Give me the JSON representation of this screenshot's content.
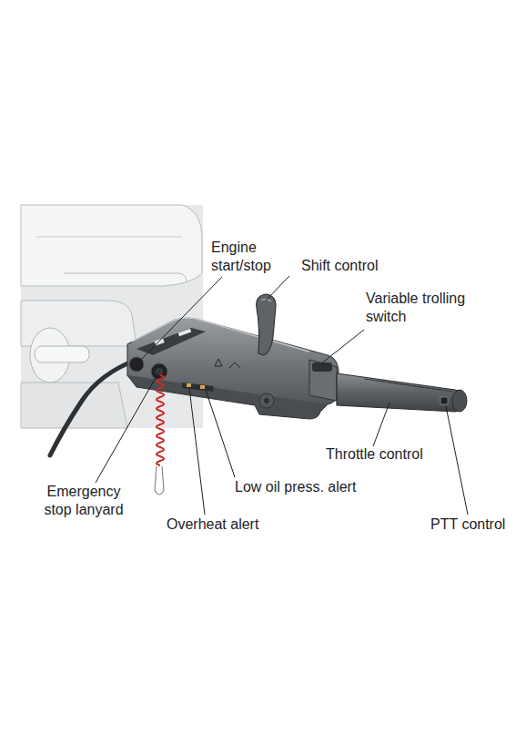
{
  "diagram": {
    "labels": [
      "Engine start/stop",
      "Shift control",
      "Variable trolling switch",
      "Throttle control",
      "PTT control",
      "Emergency stop lanyard",
      "Low oil press. alert",
      "Overheat alert"
    ]
  }
}
